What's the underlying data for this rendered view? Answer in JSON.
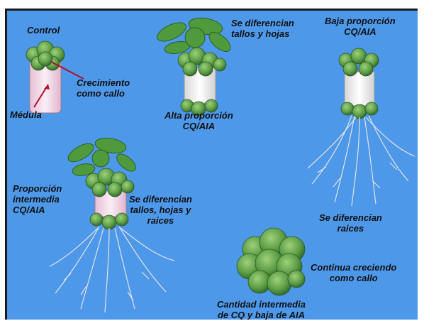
{
  "colors": {
    "background": "#4e98e9",
    "callus": "#6fae52",
    "callus_dark": "#2f5e2c",
    "pith": "#f2d7e6",
    "leaf": "#4f9a3d",
    "root": "#d9d9d9",
    "arrow": "#b0102a"
  },
  "labels": {
    "control": "Control",
    "callus_growth": "Crecimiento\ncomo callo",
    "pith": "Médula",
    "shoots_diff": "Se diferencian\ntallos y hojas",
    "high_ratio": "Alta proporción\nCQ/AIA",
    "low_ratio": "Baja proporción\nCQ/AIA",
    "roots_diff": "Se diferencian\nraices",
    "intermediate_ratio": "Proporción\nintermedia\nCQ/AIA",
    "shoots_roots_diff": "Se diferencian\ntallos, hojas y\nraices",
    "continue_callus": "Continua creciendo\ncomo callo",
    "intermediate_amount": "Cantidad intermedia\nde CQ y baja de AIA"
  }
}
